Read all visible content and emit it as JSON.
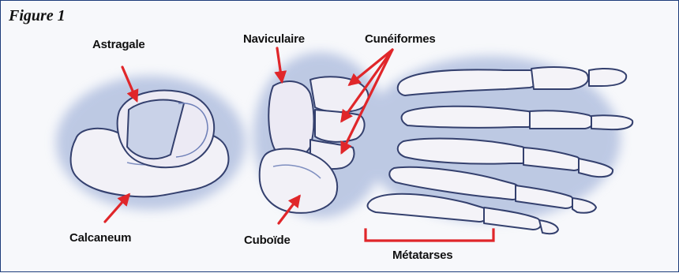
{
  "figure": {
    "title": "Figure 1"
  },
  "labels": {
    "astragale": "Astragale",
    "naviculaire": "Naviculaire",
    "cuneiformes": "Cunéiformes",
    "calcaneum": "Calcaneum",
    "cuboide": "Cuboïde",
    "metatarses": "Métatarses"
  },
  "colors": {
    "frame": "#1d3c7a",
    "arrow": "#e0262a",
    "shadow": "#7f95c8",
    "bone_fill": "#f2f1f7",
    "bone_stroke": "#34406e"
  }
}
